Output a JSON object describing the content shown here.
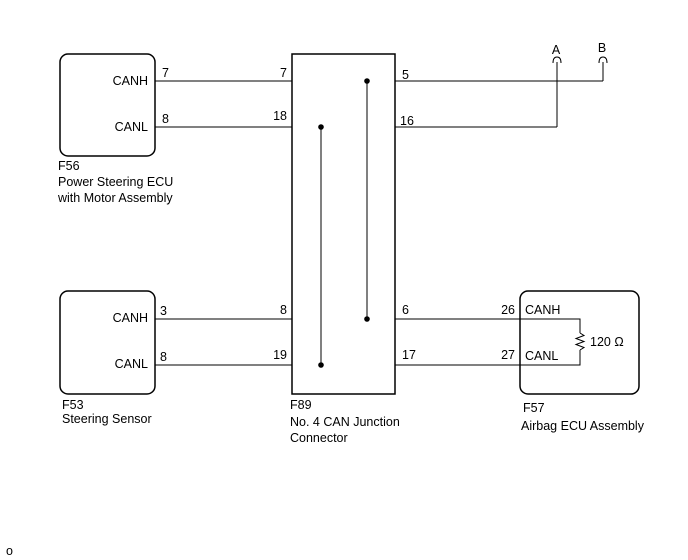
{
  "components": {
    "f56": {
      "code": "F56",
      "name_line1": "Power Steering ECU",
      "name_line2": "with Motor Assembly",
      "canh_label": "CANH",
      "canl_label": "CANL",
      "canh_pin": "7",
      "canl_pin": "8"
    },
    "f53": {
      "code": "F53",
      "name_line1": "Steering Sensor",
      "canh_label": "CANH",
      "canl_label": "CANL",
      "canh_pin": "3",
      "canl_pin": "8"
    },
    "f89": {
      "code": "F89",
      "name_line1": "No. 4 CAN Junction",
      "name_line2": "Connector",
      "pin_left_top": "7",
      "pin_left_2": "18",
      "pin_left_3": "8",
      "pin_left_bottom": "19",
      "pin_right_top": "5",
      "pin_right_2": "16",
      "pin_right_3": "6",
      "pin_right_bottom": "17"
    },
    "f57": {
      "code": "F57",
      "name_line1": "Airbag ECU Assembly",
      "canh_label": "CANH",
      "canl_label": "CANL",
      "canh_pin": "26",
      "canl_pin": "27",
      "resistor_label": "120 Ω"
    }
  },
  "connectors": {
    "a_label": "A",
    "b_label": "B"
  },
  "footer_mark": "o"
}
